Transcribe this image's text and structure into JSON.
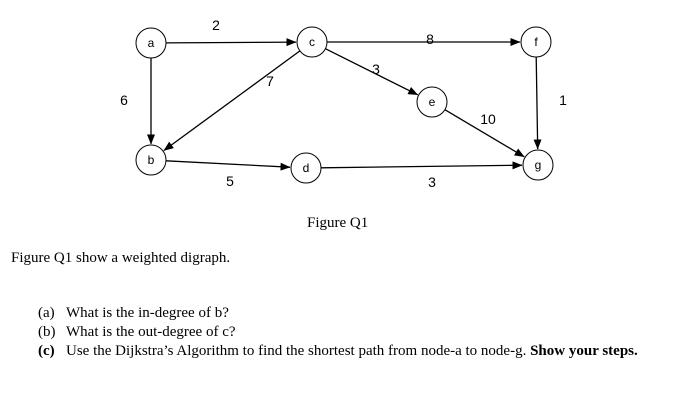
{
  "diagram": {
    "nodes": [
      {
        "id": "a",
        "label": "a"
      },
      {
        "id": "b",
        "label": "b"
      },
      {
        "id": "c",
        "label": "c"
      },
      {
        "id": "d",
        "label": "d"
      },
      {
        "id": "e",
        "label": "e"
      },
      {
        "id": "f",
        "label": "f"
      },
      {
        "id": "g",
        "label": "g"
      }
    ],
    "edges": [
      {
        "from": "a",
        "to": "c",
        "weight": "2"
      },
      {
        "from": "a",
        "to": "b",
        "weight": "6"
      },
      {
        "from": "c",
        "to": "b",
        "weight": "7"
      },
      {
        "from": "c",
        "to": "f",
        "weight": "8"
      },
      {
        "from": "c",
        "to": "e",
        "weight": "3"
      },
      {
        "from": "b",
        "to": "d",
        "weight": "5"
      },
      {
        "from": "d",
        "to": "g",
        "weight": "3"
      },
      {
        "from": "e",
        "to": "g",
        "weight": "10"
      },
      {
        "from": "f",
        "to": "g",
        "weight": "1"
      }
    ]
  },
  "figure_caption": "Figure Q1",
  "intro_text": "Figure Q1 show a weighted digraph.",
  "questions": [
    {
      "letter": "(a)",
      "text": "What is the in-degree of b?"
    },
    {
      "letter": "(b)",
      "text": "What is the out-degree of c?"
    },
    {
      "letter": "(c)",
      "text": "Use the Dijkstra’s Algorithm  to find the shortest path from node-a to node-g.",
      "bold_text": "Show your steps."
    }
  ]
}
